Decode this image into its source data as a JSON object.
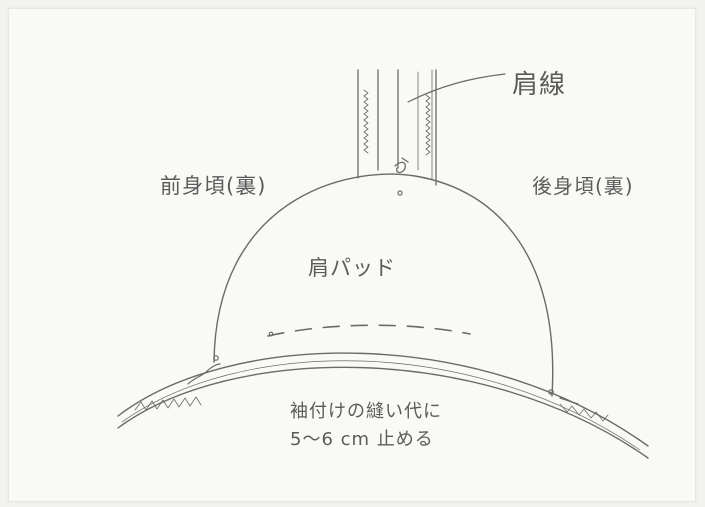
{
  "labels": {
    "shoulder_line": "肩線",
    "front_body": "前身頃(裏)",
    "back_body": "後身頃(裏)",
    "shoulder_pad": "肩パッド"
  },
  "note": {
    "line1": "袖付けの縫い代に",
    "line2": "5～6 cm 止める"
  },
  "colors": {
    "paper": "#f9f9f6",
    "pencil": "#6a6a6a",
    "text": "#5b5b5b"
  }
}
